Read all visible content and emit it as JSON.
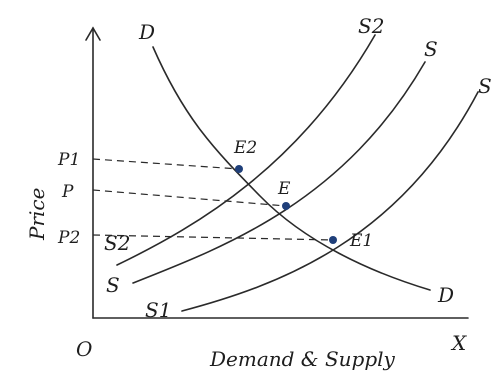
{
  "axes": {
    "x_label": "Demand & Supply",
    "y_label": "Price",
    "origin_label": "O",
    "x_end_label": "X"
  },
  "price_labels": [
    "P1",
    "P",
    "P2"
  ],
  "curves": {
    "demand": {
      "top_label": "D",
      "bottom_label": "D"
    },
    "supply_s2": {
      "top_label": "S2",
      "bottom_label": "S2"
    },
    "supply_s": {
      "top_label": "S",
      "bottom_label": "S"
    },
    "supply_s1": {
      "top_label": "S",
      "bottom_label": "S1"
    }
  },
  "equilibria": {
    "e2": "E2",
    "e": "E",
    "e1": "E1"
  },
  "colors": {
    "ink": "#2a2a2a",
    "point": "#1f3f7a"
  }
}
